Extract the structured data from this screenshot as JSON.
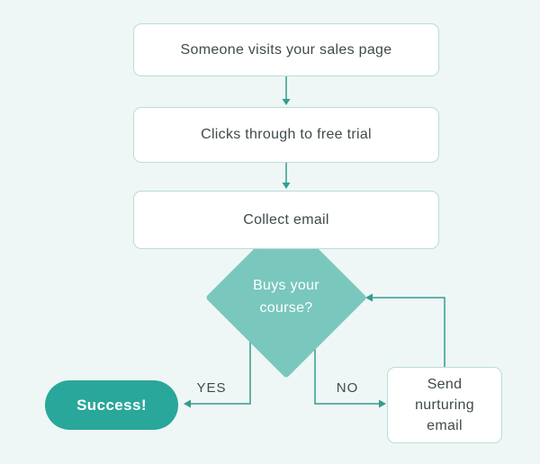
{
  "flowchart": {
    "nodes": {
      "step1": {
        "label": "Someone visits your sales page",
        "shape": "rounded-rect"
      },
      "step2": {
        "label": "Clicks through to free trial",
        "shape": "rounded-rect"
      },
      "step3": {
        "label": "Collect email",
        "shape": "rounded-rect"
      },
      "decision": {
        "label": "Buys your course?",
        "shape": "diamond"
      },
      "success": {
        "label": "Success!",
        "shape": "pill"
      },
      "nurture": {
        "label": "Send nurturing email",
        "shape": "rounded-rect"
      }
    },
    "edges": [
      {
        "from": "step1",
        "to": "step2",
        "label": ""
      },
      {
        "from": "step2",
        "to": "step3",
        "label": ""
      },
      {
        "from": "step3",
        "to": "decision",
        "label": ""
      },
      {
        "from": "decision",
        "to": "success",
        "label": "YES"
      },
      {
        "from": "decision",
        "to": "nurture",
        "label": "NO"
      },
      {
        "from": "nurture",
        "to": "decision",
        "label": ""
      }
    ],
    "colors": {
      "background": "#eef7f6",
      "node_fill": "#ffffff",
      "node_border": "#badcd8",
      "diamond_fill": "#7ac7bd",
      "success_fill": "#29a79a",
      "connector": "#359c8e",
      "text": "#3f4a4c",
      "text_on_teal": "#ffffff"
    }
  }
}
